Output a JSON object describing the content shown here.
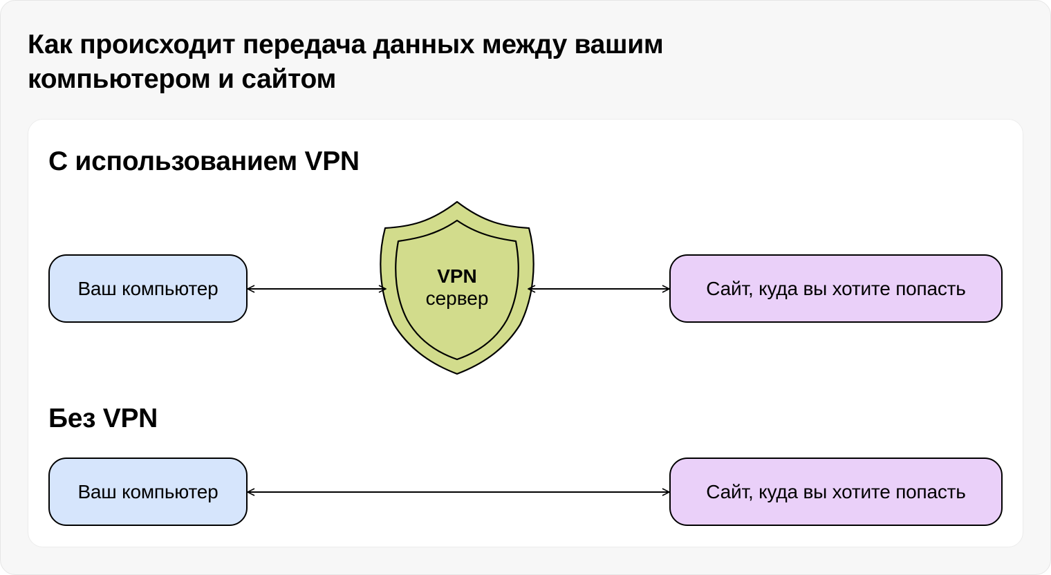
{
  "title": {
    "line1": "Как происходит передача данных между вашим",
    "line2": "компьютером и сайтом"
  },
  "with_vpn": {
    "heading": "С использованием VPN",
    "computer_label": "Ваш компьютер",
    "server_label_line1": "VPN",
    "server_label_line2": "сервер",
    "site_label": "Сайт, куда вы хотите попасть"
  },
  "without_vpn": {
    "heading": "Без VPN",
    "computer_label": "Ваш компьютер",
    "site_label": "Сайт, куда вы хотите попасть"
  },
  "colors": {
    "computer_fill": "#d6e5fc",
    "site_fill": "#ead0f9",
    "shield_fill": "#d2dc8c",
    "stroke": "#000000"
  },
  "icons": [
    "shield-icon",
    "double-arrow-icon"
  ]
}
